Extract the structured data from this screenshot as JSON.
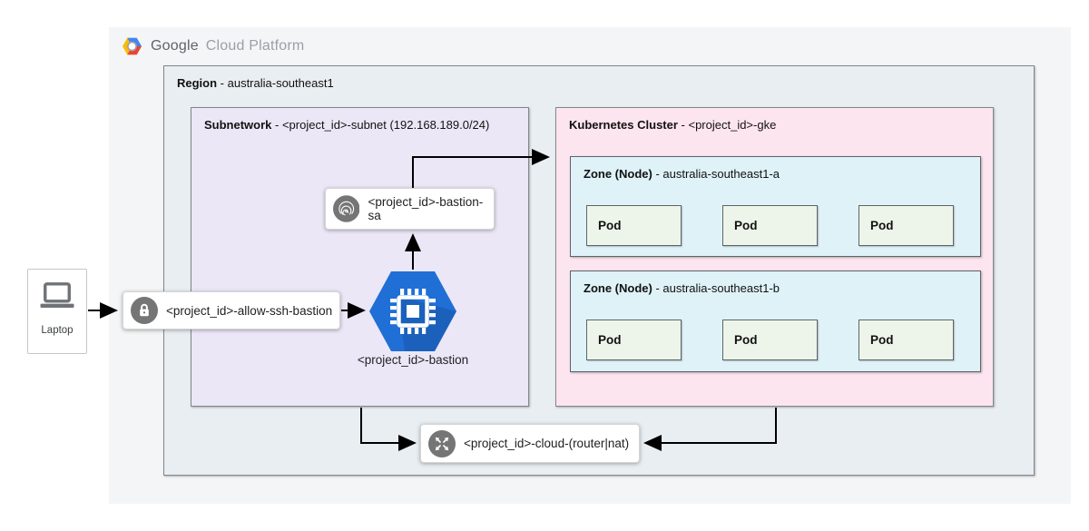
{
  "header": {
    "brand_primary": "Google",
    "brand_secondary": "Cloud Platform"
  },
  "region": {
    "title_bold": "Region",
    "title_rest": " - australia-southeast1"
  },
  "subnetwork": {
    "title_bold": "Subnetwork",
    "title_rest": " - <project_id>-subnet (192.168.189.0/24)"
  },
  "kubernetes_cluster": {
    "title_bold": "Kubernetes Cluster",
    "title_rest": " - <project_id>-gke",
    "zones": [
      {
        "title_bold": "Zone (Node)",
        "title_rest": " - australia-southeast1-a",
        "pods": [
          "Pod",
          "Pod",
          "Pod"
        ]
      },
      {
        "title_bold": "Zone (Node)",
        "title_rest": " - australia-southeast1-b",
        "pods": [
          "Pod",
          "Pod",
          "Pod"
        ]
      }
    ]
  },
  "nodes": {
    "laptop": {
      "label": "Laptop",
      "icon": "laptop-icon"
    },
    "firewall_rule": {
      "label": "<project_id>-allow-ssh-bastion",
      "icon": "lock-icon"
    },
    "service_account": {
      "label": "<project_id>-bastion-sa",
      "icon": "fingerprint-icon"
    },
    "bastion_host": {
      "label": "<project_id>-bastion",
      "icon": "compute-engine-chip-icon"
    },
    "cloud_router_nat": {
      "label": "<project_id>-cloud-(router|nat)",
      "icon": "expand-arrows-icon"
    }
  },
  "colors": {
    "canvas_bg": "#f4f5f6",
    "region_fill": "#e9eef2",
    "subnetwork_fill": "#ece7f6",
    "cluster_fill": "#fce5ee",
    "zone_fill": "#def2f7",
    "pod_fill": "#edf5eb",
    "node_icon_gray": "#757575",
    "bastion_blue": "#1f6fd6",
    "arrow_black": "#000000"
  }
}
